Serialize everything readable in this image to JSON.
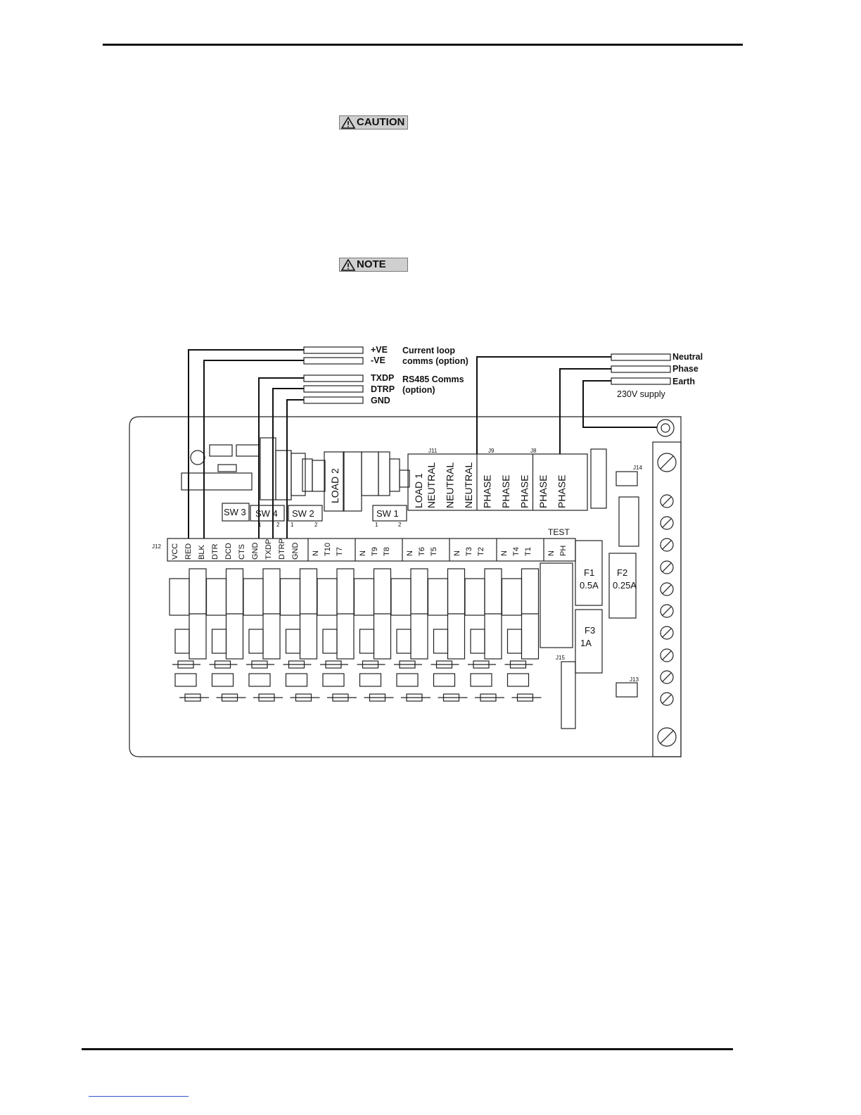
{
  "caution_label": "CAUTION",
  "note_label": "NOTE",
  "icons": {
    "caution": "warning-triangle-icon",
    "note": "warning-triangle-icon"
  },
  "diagram": {
    "external_labels": {
      "pve": "+VE",
      "nve": "-VE",
      "current_loop_1": "Current loop",
      "current_loop_2": "comms (option)",
      "txdp": "TXDP",
      "dtrp": "DTRP",
      "gnd": "GND",
      "rs485_1": "RS485 Comms",
      "rs485_2": "(option)",
      "neutral": "Neutral",
      "phase": "Phase",
      "earth": "Earth",
      "supply": "230V supply"
    },
    "connectors": {
      "j11": "J11",
      "j9": "J9",
      "j8": "J8",
      "j12": "J12",
      "j14": "J14",
      "j13": "J13",
      "j15": "J15",
      "test": "TEST"
    },
    "switches": {
      "sw3": "SW 3",
      "sw4": "SW 4",
      "sw2": "SW 2",
      "sw1": "SW 1"
    },
    "pin_numbers": {
      "one": "1",
      "two": "2"
    },
    "loads": {
      "load2": "LOAD 2",
      "load1": "LOAD 1"
    },
    "vertical_terminals": [
      "NEUTRAL",
      "NEUTRAL",
      "NEUTRAL",
      "PHASE",
      "PHASE",
      "PHASE",
      "PHASE",
      "PHASE"
    ],
    "j12_pins": [
      "VCC",
      "RED",
      "BLK",
      "DTR",
      "DCD",
      "CTS",
      "GND",
      "TXDP",
      "DTRP",
      "GND"
    ],
    "terminal_groups": [
      [
        "N",
        "T10",
        "T7"
      ],
      [
        "N",
        "T9",
        "T8"
      ],
      [
        "N",
        "T6",
        "T5"
      ],
      [
        "N",
        "T3",
        "T2"
      ],
      [
        "N",
        "T4",
        "T1"
      ],
      [
        "N",
        "PH"
      ]
    ],
    "fuses": [
      {
        "name": "F1",
        "rating": "0.5A"
      },
      {
        "name": "F2",
        "rating": "0.25A"
      },
      {
        "name": "F3",
        "rating": "1A"
      }
    ]
  }
}
